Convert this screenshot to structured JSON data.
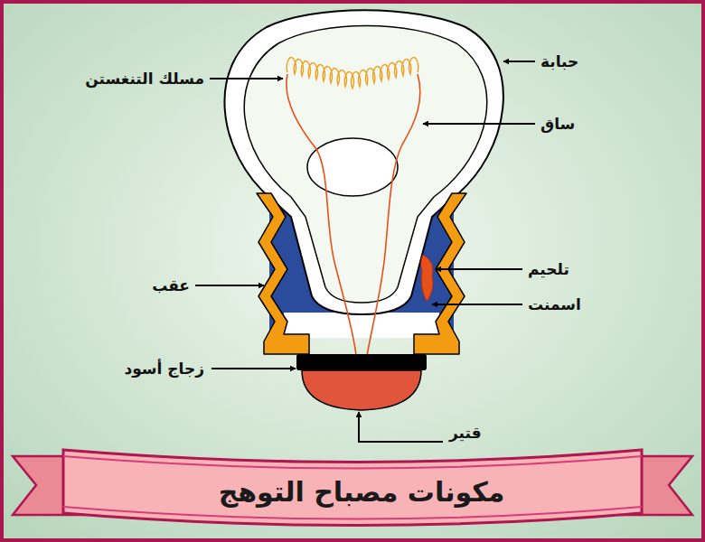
{
  "diagram": {
    "title": "مكونات مصباح التوهج",
    "labels": [
      "حبابة",
      "مسلك التنغستن",
      "ساق",
      "تلحيم",
      "عقب",
      "اسمنت",
      "زجاج أسود",
      "قتير"
    ]
  }
}
